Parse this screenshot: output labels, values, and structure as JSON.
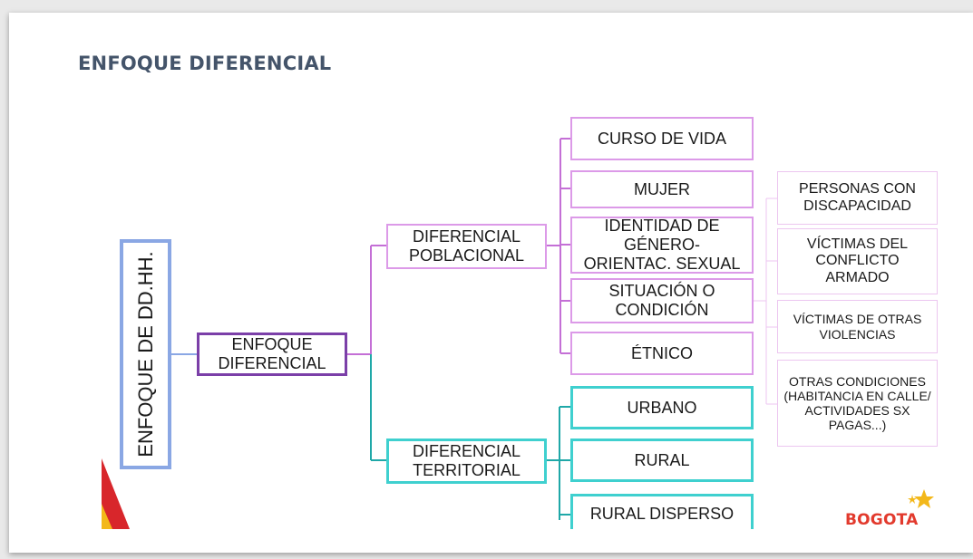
{
  "title": "ENFOQUE DIFERENCIAL",
  "root": "ENFOQUE DE DD.HH.",
  "main": "ENFOQUE DIFERENCIAL",
  "branches": {
    "poblacional": "DIFERENCIAL POBLACIONAL",
    "territorial": "DIFERENCIAL TERRITORIAL"
  },
  "poblacional_items": [
    "CURSO DE VIDA",
    "MUJER",
    "IDENTIDAD DE GÉNERO-ORIENTAC. SEXUAL",
    "SITUACIÓN O CONDICIÓN",
    "ÉTNICO"
  ],
  "territorial_items": [
    "URBANO",
    "RURAL",
    "RURAL DISPERSO"
  ],
  "condicion_items": [
    "PERSONAS CON DISCAPACIDAD",
    "VÍCTIMAS DEL CONFLICTO ARMADO",
    "VÍCTIMAS DE OTRAS VIOLENCIAS",
    "OTRAS CONDICIONES (HABITANCIA EN CALLE/ ACTIVIDADES SX PAGAS...)"
  ],
  "logo": "BOGOTA",
  "colors": {
    "title": "#44546a",
    "root_border": "#8aa7e4",
    "main_border": "#7b3fa8",
    "poblacional": "#dc9ae8",
    "territorial": "#3fd0cf",
    "logo": "#e23a2d"
  }
}
